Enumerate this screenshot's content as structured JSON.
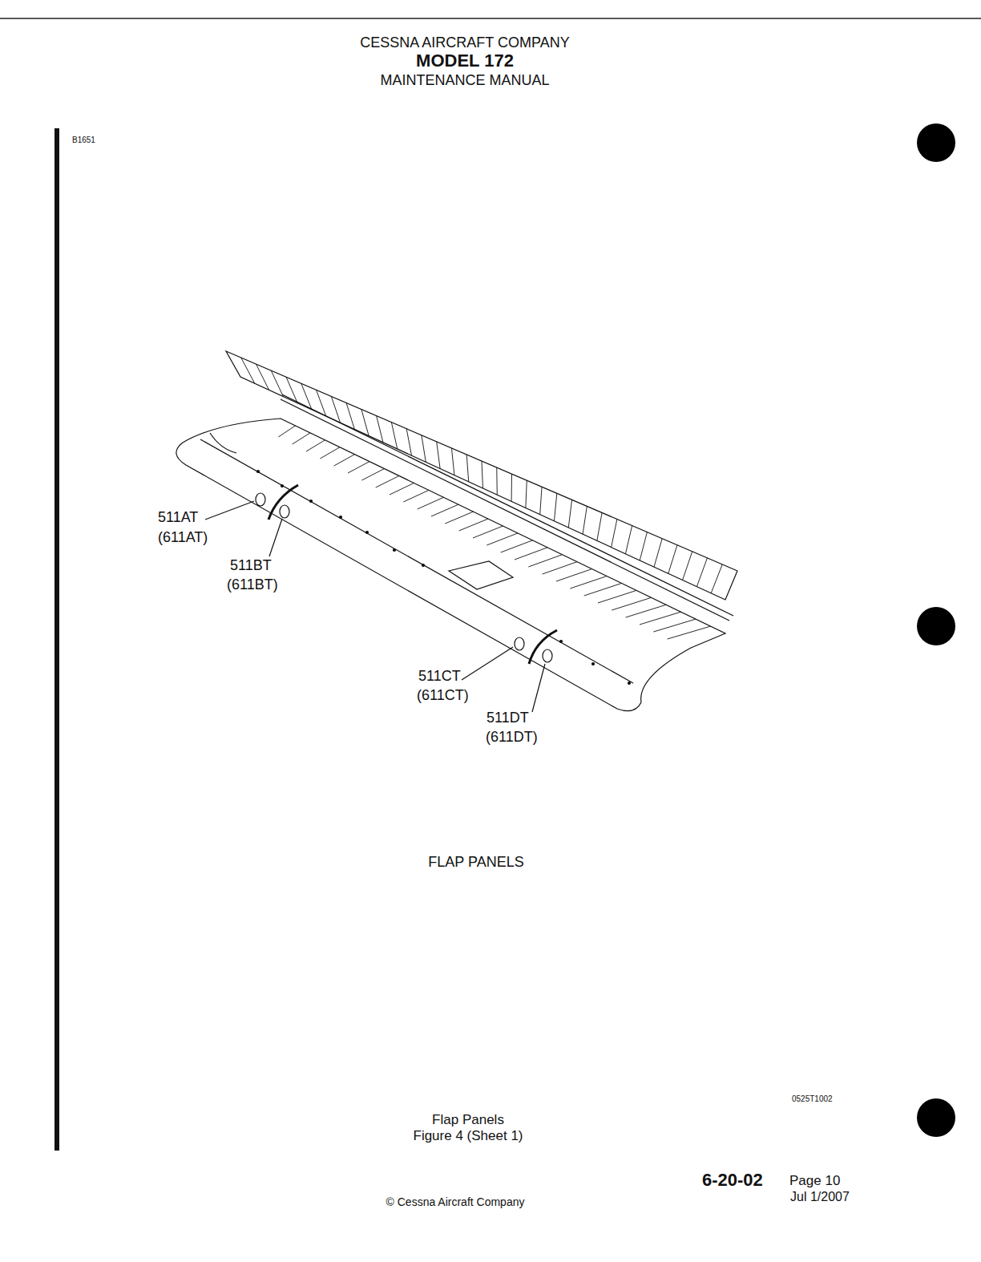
{
  "diagram": {
    "labels": [
      "CESSNA AIRCRAFT COMPANY",
      "MODEL 172",
      "MAINTENANCE MANUAL",
      "B1651",
      "511AT",
      "(611AT)",
      "511BT",
      "(611BT)",
      "511CT",
      "(611CT)",
      "511DT",
      "(611DT)",
      "FLAP PANELS",
      "0525T1002",
      "Flap Panels",
      "Figure 4 (Sheet 1)",
      "6-20-02",
      "Page 10",
      "Jul 1/2007",
      "© Cessna Aircraft Company"
    ]
  }
}
